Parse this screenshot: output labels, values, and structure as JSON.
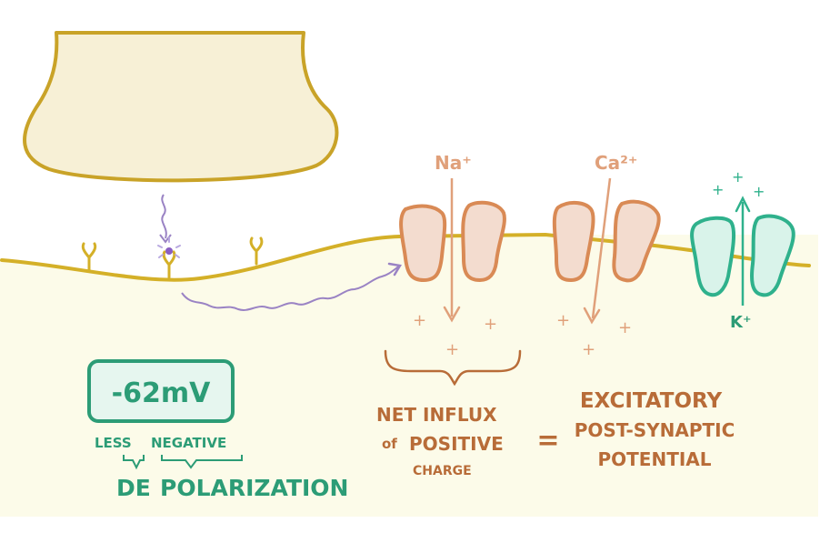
{
  "colors": {
    "background": "#ffffff",
    "cell": "#fcfbe9",
    "membrane": "#d4b028",
    "terminal_fill": "#f7f0d6",
    "channel_orange_fill": "#f3dccf",
    "channel_orange_stroke": "#d98a55",
    "channel_teal_fill": "#d9f3ea",
    "channel_teal_stroke": "#2fb18c",
    "orange_text": "#c9824f",
    "brown_text": "#b86c38",
    "teal_text": "#2c9c76",
    "purple": "#9a83c4"
  },
  "ions": {
    "sodium": "Na⁺",
    "calcium": "Ca²⁺",
    "potassium": "K⁺",
    "plus": "+"
  },
  "voltage": {
    "value": "-62mV"
  },
  "depolarization": {
    "less": "LESS",
    "negative": "NEGATIVE",
    "de": "DE",
    "polarization": "POLARIZATION"
  },
  "influx": {
    "line1": "NET INFLUX",
    "of": "of",
    "positive": "POSITIVE",
    "charge": "CHARGE"
  },
  "equals": "=",
  "epsp": {
    "line1": "EXCITATORY",
    "line2": "POST-SYNAPTIC",
    "line3": "POTENTIAL"
  }
}
